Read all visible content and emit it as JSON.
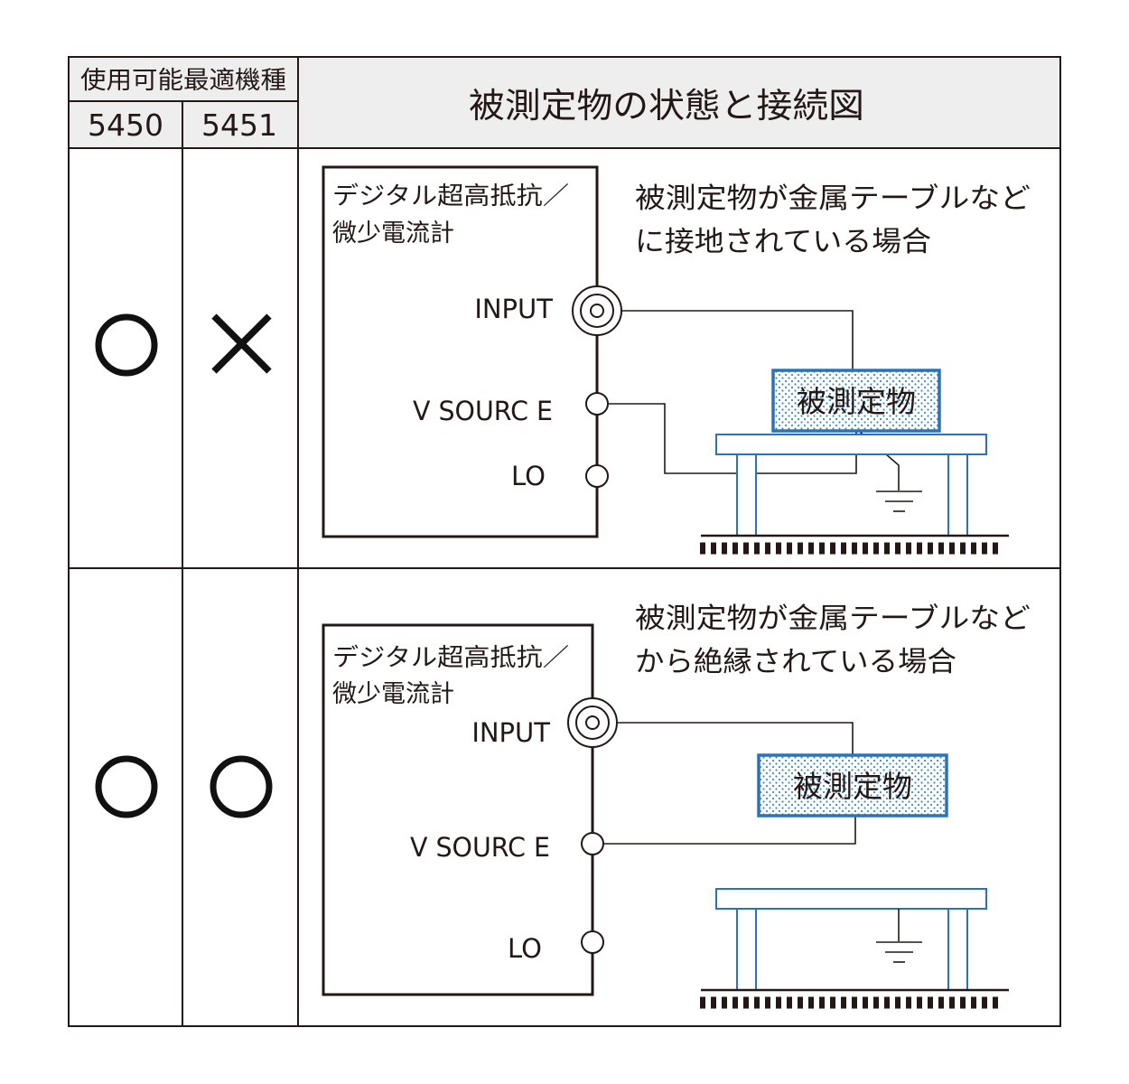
{
  "table": {
    "header_compat": "使用可能最適機種",
    "header_model_a": "5450",
    "header_model_b": "5451",
    "header_condition": "被測定物の状態と接続図"
  },
  "rows": [
    {
      "mark_5450": "circle",
      "mark_5451": "cross",
      "instrument_line1": "デジタル超高抵抗／",
      "instrument_line2": "微少電流計",
      "port_input": "INPUT",
      "port_vsource": "V SOURC E",
      "port_lo": "LO",
      "dut_label": "被測定物",
      "desc_line1": "被測定物が金属テーブルなど",
      "desc_line2": "に接地されている場合"
    },
    {
      "mark_5450": "circle",
      "mark_5451": "circle",
      "instrument_line1": "デジタル超高抵抗／",
      "instrument_line2": "微少電流計",
      "port_input": "INPUT",
      "port_vsource": "V SOURC E",
      "port_lo": "LO",
      "dut_label": "被測定物",
      "desc_line1": "被測定物が金属テーブルなど",
      "desc_line2": "から絶縁されている場合"
    }
  ],
  "colors": {
    "line": "#231815",
    "table_blue": "#2a73b8",
    "header_fill": "#eeeeee"
  }
}
